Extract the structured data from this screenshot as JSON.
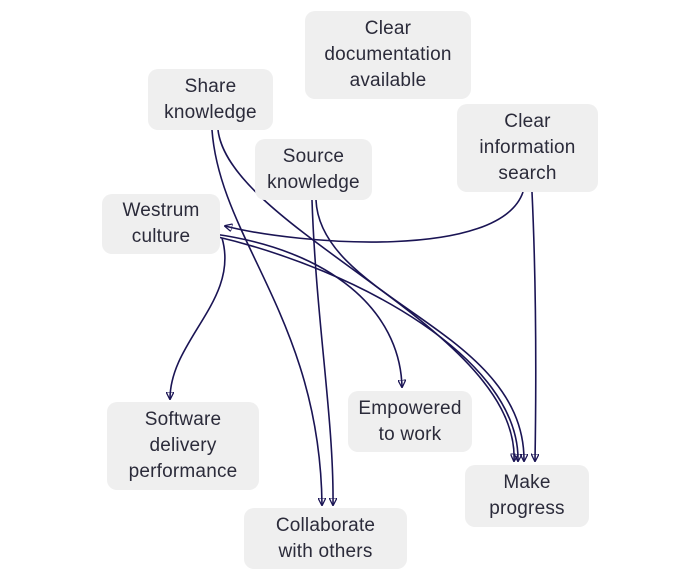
{
  "nodes": {
    "clear_documentation": "Clear\ndocumentation\navailable",
    "share_knowledge": "Share\nknowledge",
    "clear_information_search": "Clear\ninformation\nsearch",
    "source_knowledge": "Source\nknowledge",
    "westrum_culture": "Westrum\nculture",
    "software_delivery_performance": "Software\ndelivery\nperformance",
    "empowered_to_work": "Empowered\nto work",
    "make_progress": "Make\nprogress",
    "collaborate_with_others": "Collaborate\nwith others"
  },
  "colors": {
    "node_background": "#efefef",
    "edge": "#1a1454",
    "text": "#2b2b3a"
  },
  "edges": [
    {
      "from": "Share knowledge",
      "to": "Collaborate with others"
    },
    {
      "from": "Share knowledge",
      "to": "Make progress"
    },
    {
      "from": "Source knowledge",
      "to": "Collaborate with others"
    },
    {
      "from": "Source knowledge",
      "to": "Make progress"
    },
    {
      "from": "Clear information search",
      "to": "Westrum culture"
    },
    {
      "from": "Clear information search",
      "to": "Make progress"
    },
    {
      "from": "Westrum culture",
      "to": "Software delivery performance"
    },
    {
      "from": "Westrum culture",
      "to": "Empowered to work"
    },
    {
      "from": "Westrum culture",
      "to": "Make progress"
    }
  ]
}
